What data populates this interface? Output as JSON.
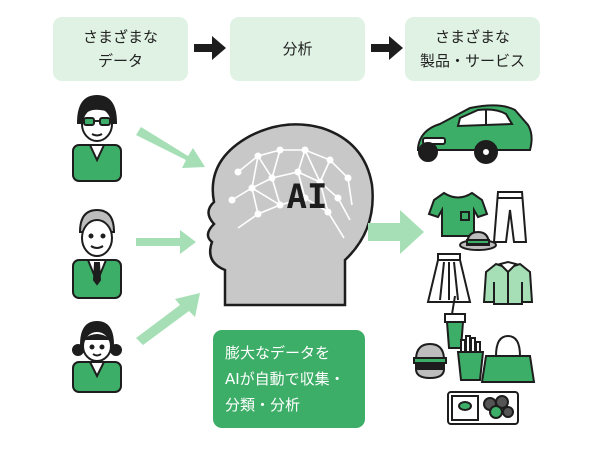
{
  "flow": {
    "step1": {
      "line1": "さまざまな",
      "line2": "データ"
    },
    "step2": {
      "line1": "分析"
    },
    "step3": {
      "line1": "さまざまな",
      "line2": "製品・サービス"
    }
  },
  "ai_label": "AI",
  "callout": {
    "line1": "膨大なデータを",
    "line2": "AIが自動で収集・",
    "line3": "分類・分析"
  },
  "colors": {
    "box_fill": "#dff2e3",
    "accent_green": "#3dae67",
    "arrow_light": "#a6dfb6",
    "head_gray": "#c8c8c8",
    "dark": "#1d1d1d"
  }
}
